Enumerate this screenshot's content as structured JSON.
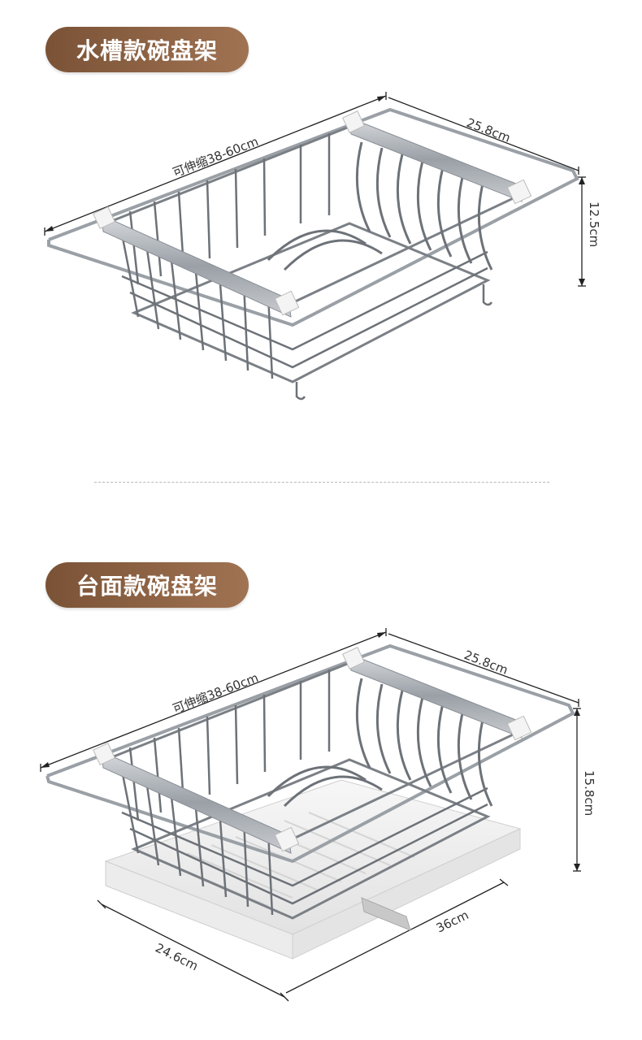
{
  "section1": {
    "title": "水槽款碗盘架",
    "dim_length": "可伸缩38-60cm",
    "dim_width": "25.8cm",
    "dim_height": "12.5cm"
  },
  "section2": {
    "title": "台面款碗盘架",
    "dim_length": "可伸缩38-60cm",
    "dim_width": "25.8cm",
    "dim_height": "15.8cm",
    "dim_tray_length": "36cm",
    "dim_tray_width": "24.6cm"
  },
  "colors": {
    "pill_dark": "#7a5236",
    "pill_light": "#a07352",
    "steel": "#8a8f96",
    "steel_dark": "#4f545a",
    "tray": "#eeeeee"
  }
}
